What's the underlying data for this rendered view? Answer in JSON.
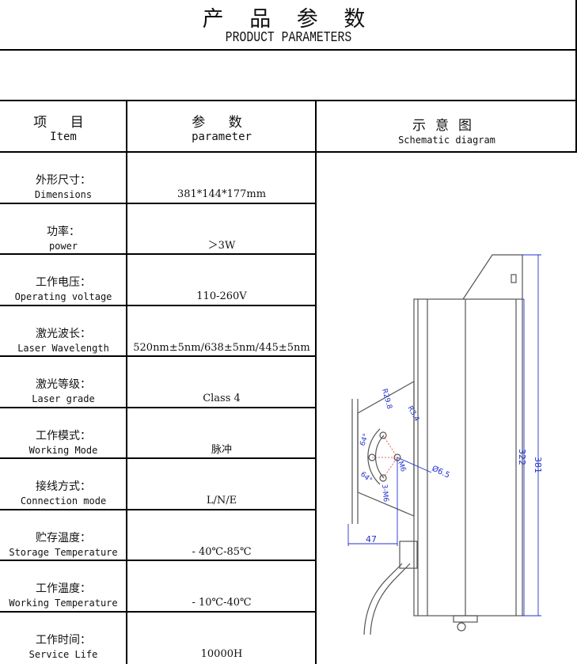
{
  "title_cn": "产 品 参 数",
  "title_en": "PRODUCT PARAMETERS",
  "headers": {
    "item_cn": "项 目",
    "item_en": "Item",
    "param_cn": "参 数",
    "param_en": "parameter",
    "diagram_cn": "示意图",
    "diagram_en": "Schematic diagram"
  },
  "rows": [
    {
      "cn": "外形尺寸：",
      "en": "Dimensions",
      "value": "381*144*177mm"
    },
    {
      "cn": "功率：",
      "en": "power",
      "value": "＞3W"
    },
    {
      "cn": "工作电压：",
      "en": "Operating voltage",
      "value": "110-260V"
    },
    {
      "cn": "激光波长：",
      "en": "Laser Wavelength",
      "value": "520nm±5nm/638±5nm/445±5nm"
    },
    {
      "cn": "激光等级：",
      "en": "Laser grade",
      "value": "Class 4"
    },
    {
      "cn": "工作模式：",
      "en": "Working Mode",
      "value": "脉冲"
    },
    {
      "cn": "接线方式：",
      "en": "Connection mode",
      "value": "L/N/E"
    },
    {
      "cn": "贮存温度：",
      "en": "Storage Temperature",
      "value": "- 40℃-85℃"
    },
    {
      "cn": "工作温度：",
      "en": "Working Temperature",
      "value": "- 10℃-40℃"
    },
    {
      "cn": "工作时间：",
      "en": "Service Life",
      "value": "10000H"
    }
  ],
  "diagram_labels": {
    "height_total": "381",
    "height_body": "322",
    "bracket_width": "47",
    "radius_outer": "R29.8",
    "radius_slot": "R3.4",
    "angle_top": "64°",
    "angle_bottom": "64°",
    "center_thread": "M6",
    "hole_dia": "Ø6.5",
    "slot_thread": "3-M6"
  },
  "colors": {
    "dimension": "#2233cc",
    "center_lines": "#dd3333",
    "outline": "#555555"
  }
}
